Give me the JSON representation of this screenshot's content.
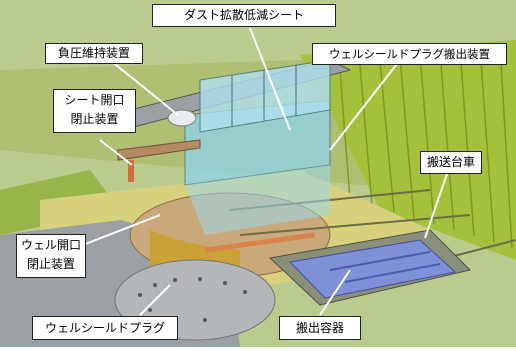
{
  "labels": {
    "dust_sheet": "ダスト拡散低減シート",
    "negative_pressure": "負圧維持装置",
    "well_shield_carry_out": "ウェルシールドプラグ搬出装置",
    "sheet_opening": "シート開口\n閉止装置",
    "transport_cart": "搬送台車",
    "well_opening": "ウェル開口\n閉止装置",
    "well_shield_plug": "ウェルシールドプラグ",
    "carry_out_container": "搬出容器"
  },
  "colors": {
    "background_green": "#b7c98a",
    "floor_green": "#a9bd6e",
    "wall_green": "#9fbc34",
    "yellow_floor": "#d9d27a",
    "dust_sheet_blue": "#8fd0e6",
    "container_blue": "#7f8fd6",
    "plug_tan": "#c8a878",
    "leader_line": "#ffffff"
  }
}
